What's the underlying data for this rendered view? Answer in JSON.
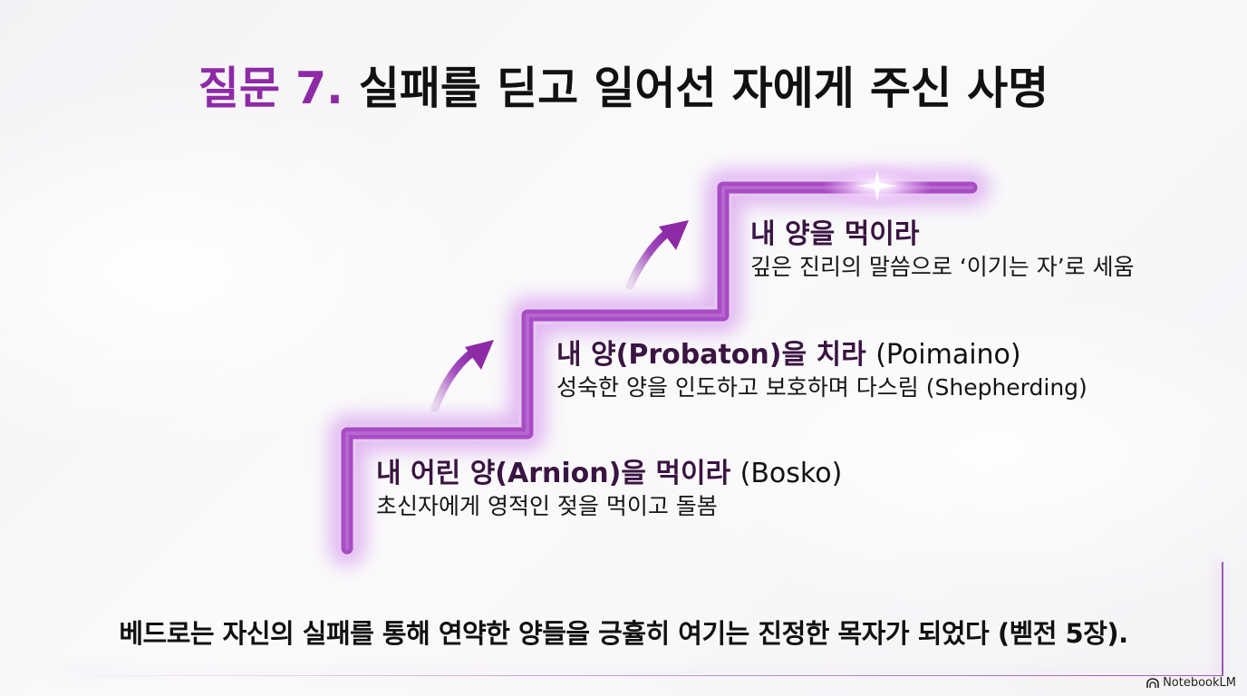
{
  "slide": {
    "title": {
      "prefix": "질문 7.",
      "main": "실패를 딛고 일어선 자에게 주신 사명",
      "accent_color": "#8e2aa6"
    },
    "staircase": {
      "color": "#9b3bb8",
      "glow_color": "#d9a6ee",
      "steps": [
        {
          "level": 1,
          "heading": "내 어린 양(Arnion)을 먹이라",
          "heading_latin": "(Bosko)",
          "description": "초신자에게 영적인 젖을 먹이고 돌봄"
        },
        {
          "level": 2,
          "heading": "내 양(Probaton)을 치라",
          "heading_latin": "(Poimaino)",
          "description": "성숙한 양을 인도하고 보호하며 다스림 (Shepherding)"
        },
        {
          "level": 3,
          "heading": "내 양을 먹이라",
          "heading_latin": "",
          "description": "깊은 진리의 말씀으로 ‘이기는 자’로 세움"
        }
      ],
      "arrows": [
        "up-right-arrow",
        "up-right-arrow"
      ]
    },
    "conclusion": "베드로는 자신의 실패를 통해 연약한 양들을 긍휼히 여기는 진정한 목자가 되었다 (벧전 5장).",
    "watermark": "NotebookLM"
  }
}
